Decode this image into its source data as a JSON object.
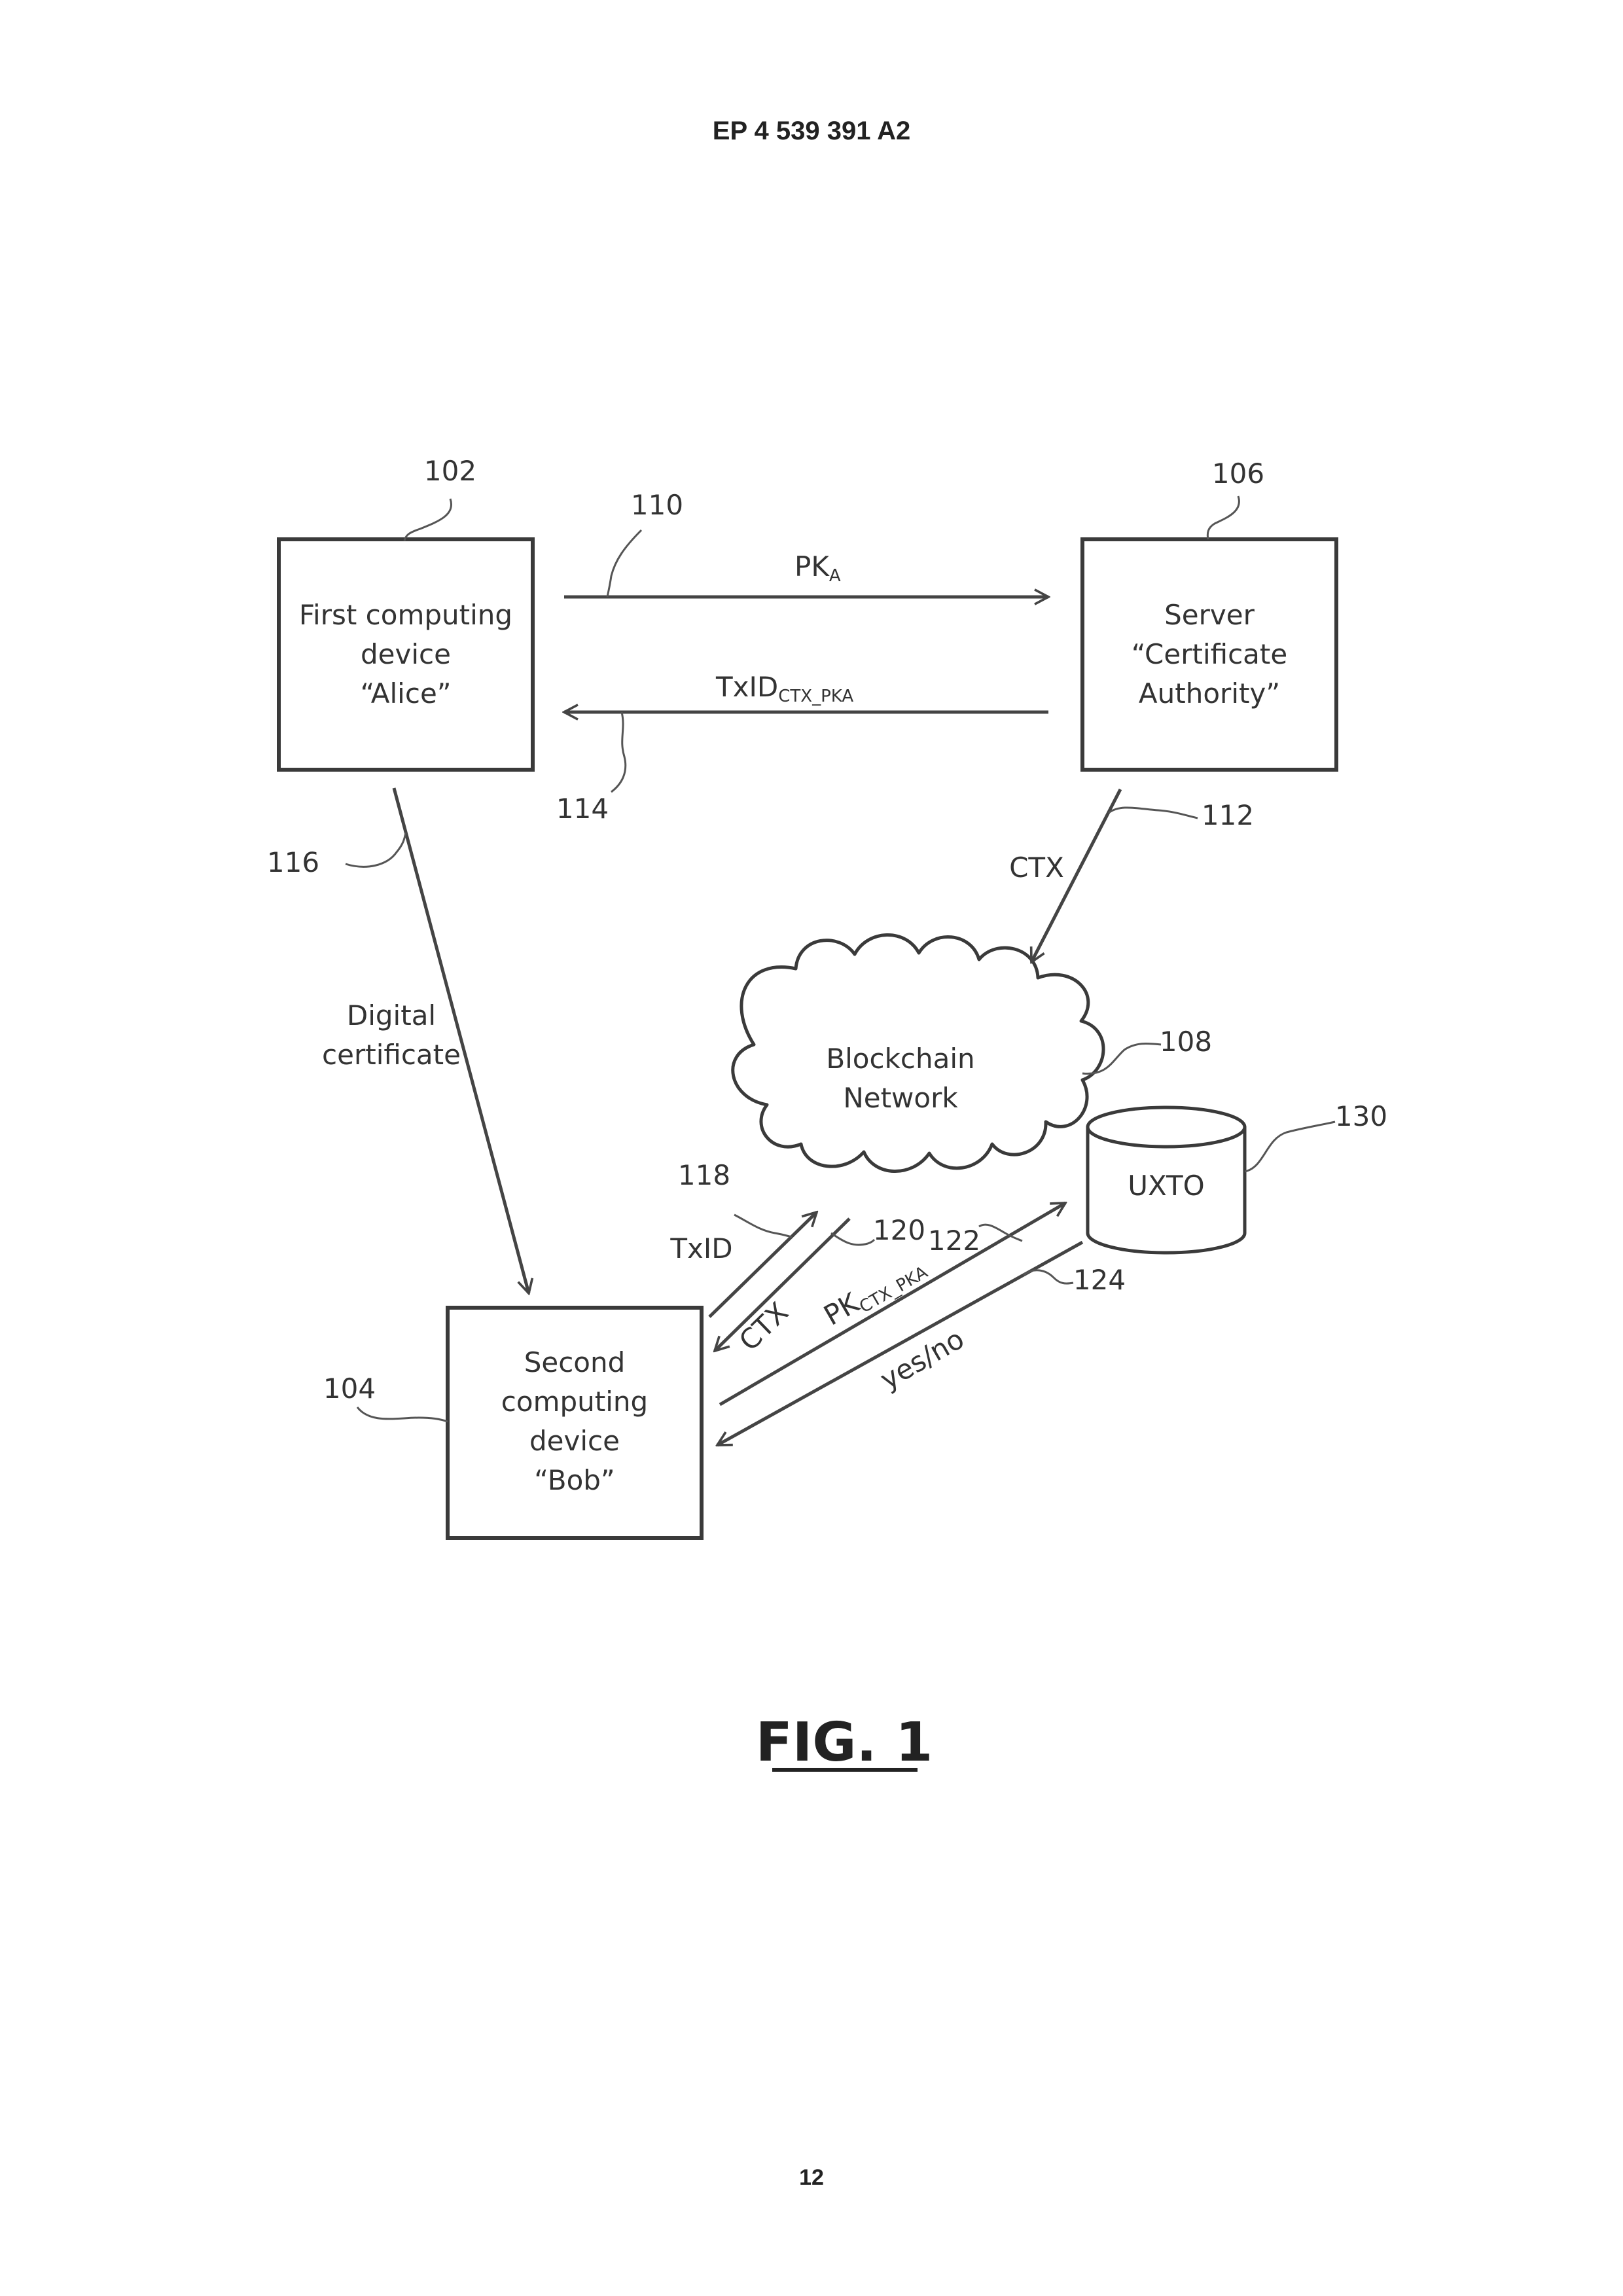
{
  "header": {
    "patent_number": "EP 4 539 391 A2"
  },
  "figure": {
    "caption": "FIG. 1",
    "nodes": {
      "alice": {
        "ref": "102",
        "lines": [
          "First computing",
          "device",
          "“Alice”"
        ]
      },
      "bob": {
        "ref": "104",
        "lines": [
          "Second",
          "computing",
          "device",
          "“Bob”"
        ]
      },
      "server": {
        "ref": "106",
        "lines": [
          "Server",
          "“Certificate",
          "Authority”"
        ]
      },
      "blockchain": {
        "ref": "108",
        "lines": [
          "Blockchain",
          "Network"
        ]
      },
      "uxto": {
        "ref": "130",
        "label": "UXTO"
      }
    },
    "arrows": {
      "pk_a": {
        "ref": "110",
        "label_main": "PK",
        "label_sub": "A"
      },
      "txid_ctx_pka": {
        "ref": "114",
        "label_main": "TxID",
        "label_sub": "CTX_PKA"
      },
      "ctx_server": {
        "ref": "112",
        "label": "CTX"
      },
      "digital_certificate": {
        "ref": "116",
        "lines": [
          "Digital",
          "certificate"
        ]
      },
      "txid_bob": {
        "ref": "118",
        "label": "TxID"
      },
      "ctx_bob": {
        "ref": "120",
        "label": "CTX"
      },
      "pk_ctx_pka": {
        "ref": "122",
        "label_main": "PK",
        "label_sub": "CTX_PKA"
      },
      "yes_no": {
        "ref": "124",
        "label": "yes/no"
      }
    }
  },
  "footer": {
    "page_number": "12"
  }
}
